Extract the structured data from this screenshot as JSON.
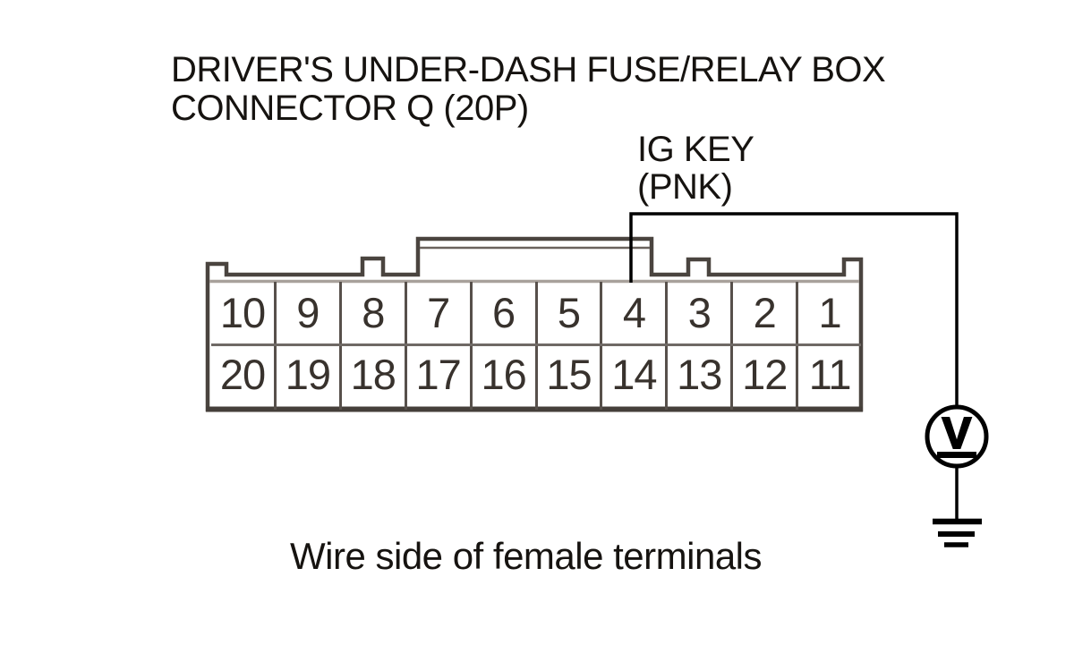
{
  "title": {
    "line1": "DRIVER'S UNDER-DASH FUSE/RELAY BOX",
    "line2": "CONNECTOR Q (20P)"
  },
  "wire_label": {
    "line1": "IG KEY",
    "line2": "(PNK)"
  },
  "caption": "Wire side of female terminals",
  "connector": {
    "name": "Connector Q (20P)",
    "rows": [
      {
        "pins": [
          "10",
          "9",
          "8",
          "7",
          "6",
          "5",
          "4",
          "3",
          "2",
          "1"
        ]
      },
      {
        "pins": [
          "20",
          "19",
          "18",
          "17",
          "16",
          "15",
          "14",
          "13",
          "12",
          "11"
        ]
      }
    ],
    "wired_pin": "4",
    "wire_color_code": "PNK"
  },
  "meter": {
    "symbol": "V",
    "type": "voltmeter",
    "connection": "ground"
  },
  "colors": {
    "background": "#ffffff",
    "shell_outline": "#4a443f",
    "grid_line": "#57504b",
    "row_divider": "#6f6965",
    "top_inner_line": "#a8a19b",
    "wire": "#000000",
    "text": "#161310"
  }
}
